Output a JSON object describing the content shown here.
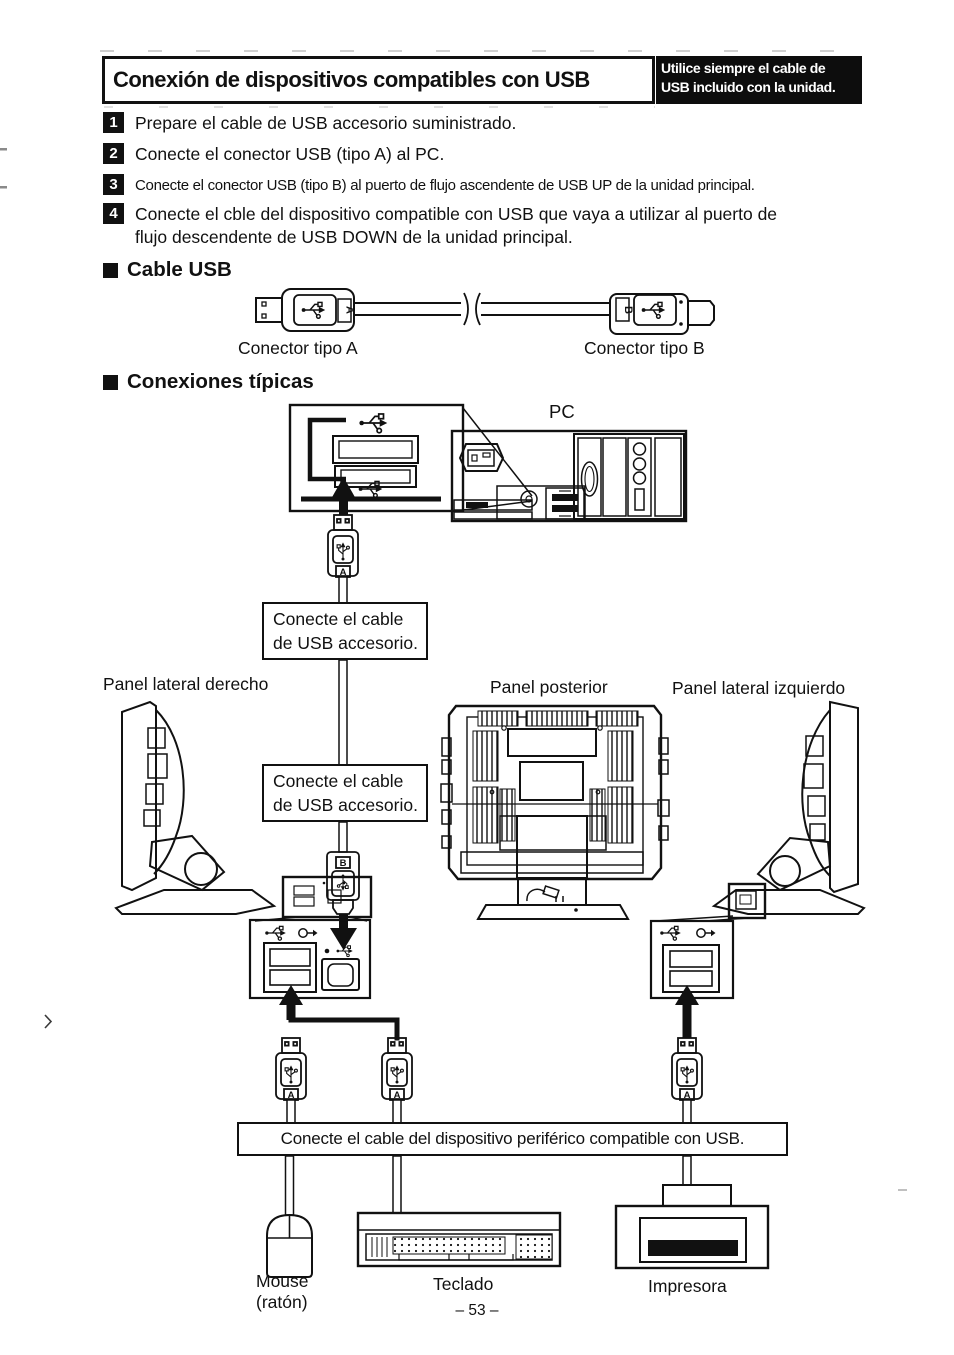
{
  "header": {
    "title": "Conexión de dispositivos compatibles con USB",
    "note": "Utilice siempre el cable de\nUSB incluido con la unidad."
  },
  "steps": [
    {
      "num": "1",
      "text": "Prepare el cable de USB accesorio suministrado."
    },
    {
      "num": "2",
      "text": "Conecte el conector USB (tipo A) al PC."
    },
    {
      "num": "3",
      "text": "Conecte el conector USB (tipo B) al puerto de flujo ascendente de USB UP de la unidad principal."
    },
    {
      "num": "4",
      "text": "Conecte el cble del dispositivo compatible con USB que vaya a utilizar al puerto de\nflujo descendente de USB DOWN de la unidad principal."
    }
  ],
  "cable_section": {
    "heading": "Cable USB",
    "connector_a": "Conector tipo A",
    "connector_b": "Conector tipo B"
  },
  "connections_section": {
    "heading": "Conexiones típicas",
    "pc_label": "PC",
    "callout_accessory_1": "Conecte el cable\nde USB accesorio.",
    "callout_accessory_2": "Conecte el cable\nde USB accesorio.",
    "callout_peripheral": "Conecte el cable del dispositivo periférico compatible con USB.",
    "panel_right": "Panel lateral derecho",
    "panel_rear": "Panel posterior",
    "panel_left": "Panel lateral izquierdo",
    "device_mouse": "Mouse\n(ratón)",
    "device_keyboard": "Teclado",
    "device_printer": "Impresora"
  },
  "plug_labels": {
    "type_a": "A",
    "type_b": "B"
  },
  "footer": {
    "page_number": "– 53 –"
  },
  "colors": {
    "ink": "#111111",
    "paper": "#ffffff"
  }
}
